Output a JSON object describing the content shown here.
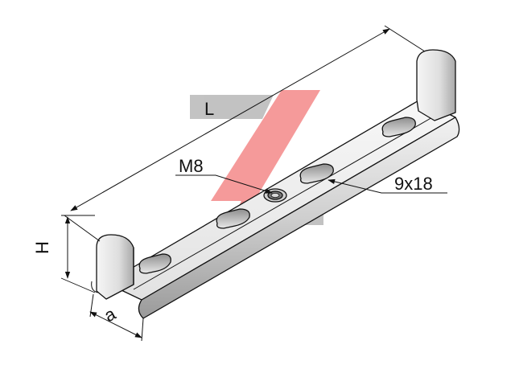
{
  "dimensions": {
    "length_label": "L",
    "height_label": "H",
    "width_label": "a",
    "thread_label": "M8",
    "slot_label": "9x18"
  },
  "colors": {
    "line": "#111111",
    "part_light": "#f4f4f4",
    "part_mid": "#dcdcdc",
    "part_dark": "#a8a8a8",
    "watermark_gray": "#b4b4b4",
    "watermark_red": "#ef4a4a"
  }
}
